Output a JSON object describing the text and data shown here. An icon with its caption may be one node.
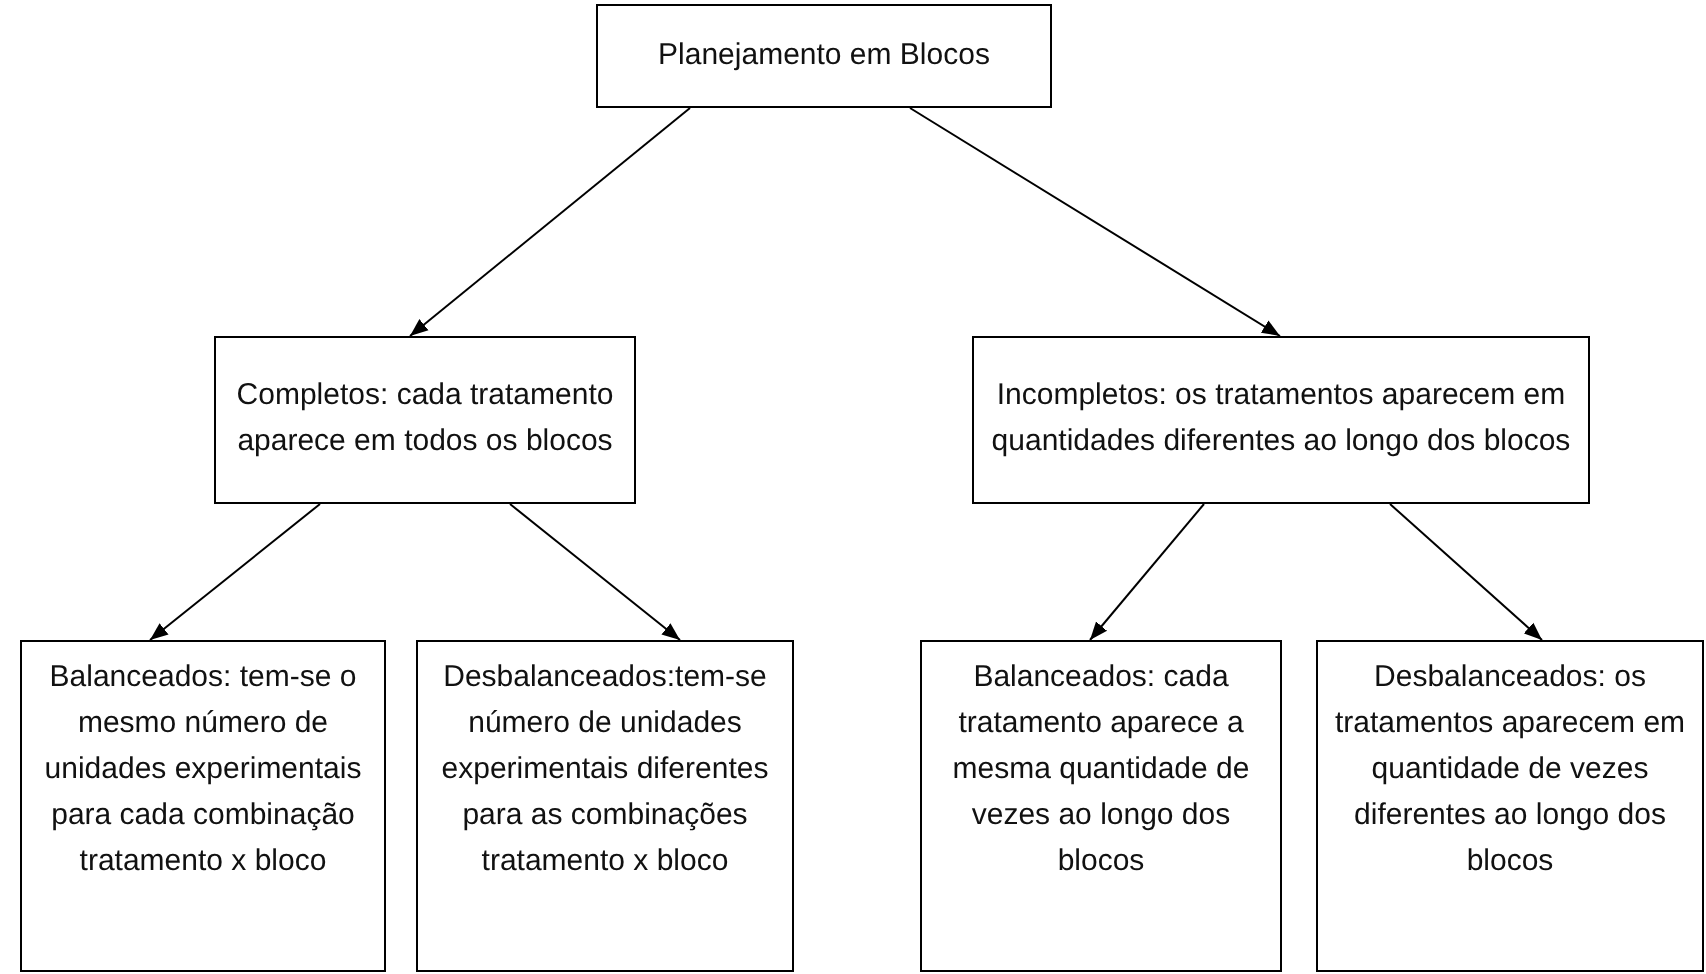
{
  "diagram": {
    "nodes": [
      {
        "text": [
          "Planejamento em Blocos"
        ]
      },
      {
        "text": [
          "Completos: cada tratamento aparece em todos os blocos"
        ]
      },
      {
        "text": [
          "Incompletos: os tratamentos aparecem em quantidades diferentes ao longo dos blocos"
        ]
      },
      {
        "text": [
          "Balanceados: tem-se o mesmo número de unidades experimentais para cada combinação tratamento x bloco"
        ]
      },
      {
        "text": [
          "Desbalanceados:tem-se número de unidades experimentais diferentes para as combinações tratamento x bloco"
        ]
      },
      {
        "text": [
          "Balanceados: cada tratamento aparece a mesma quantidade de vezes ao longo dos blocos"
        ]
      },
      {
        "text": [
          "Desbalanceados: os tratamentos aparecem em quantidade de vezes diferentes ao longo dos blocos"
        ]
      }
    ],
    "edges": [
      {
        "from": 0,
        "to": 1,
        "arrow": "to"
      },
      {
        "from": 0,
        "to": 2,
        "arrow": "to"
      },
      {
        "from": 1,
        "to": 3,
        "arrow": "to"
      },
      {
        "from": 1,
        "to": 4,
        "arrow": "to"
      },
      {
        "from": 2,
        "to": 5,
        "arrow": "to"
      },
      {
        "from": 2,
        "to": 6,
        "arrow": "to"
      }
    ]
  }
}
